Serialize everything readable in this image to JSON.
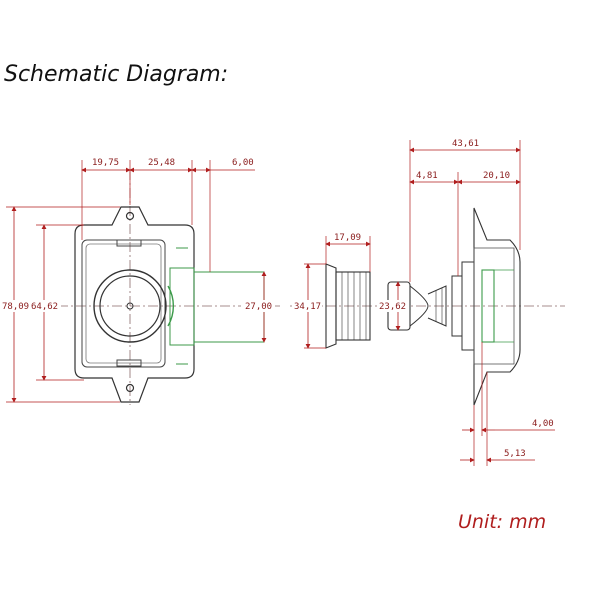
{
  "title": "Schematic Diagram:",
  "unit_label": "Unit: mm",
  "colors": {
    "dimension": "#b01e1e",
    "outline": "#333333",
    "green": "#3c9a4a",
    "center": "#7a6060"
  },
  "front_view": {
    "dims": {
      "d1": "19,75",
      "d2": "25,48",
      "d3": "6,00",
      "height_outer": "78,09",
      "height_inner": "64,62",
      "shaft": "27,00"
    }
  },
  "side_view": {
    "dims": {
      "total": "43,61",
      "d1": "4,81",
      "d2": "20,10",
      "nut_width": "17,09",
      "nut_dia": "34,17",
      "knob_dia": "23,62",
      "small1": "4,00",
      "small2": "5,13"
    }
  }
}
